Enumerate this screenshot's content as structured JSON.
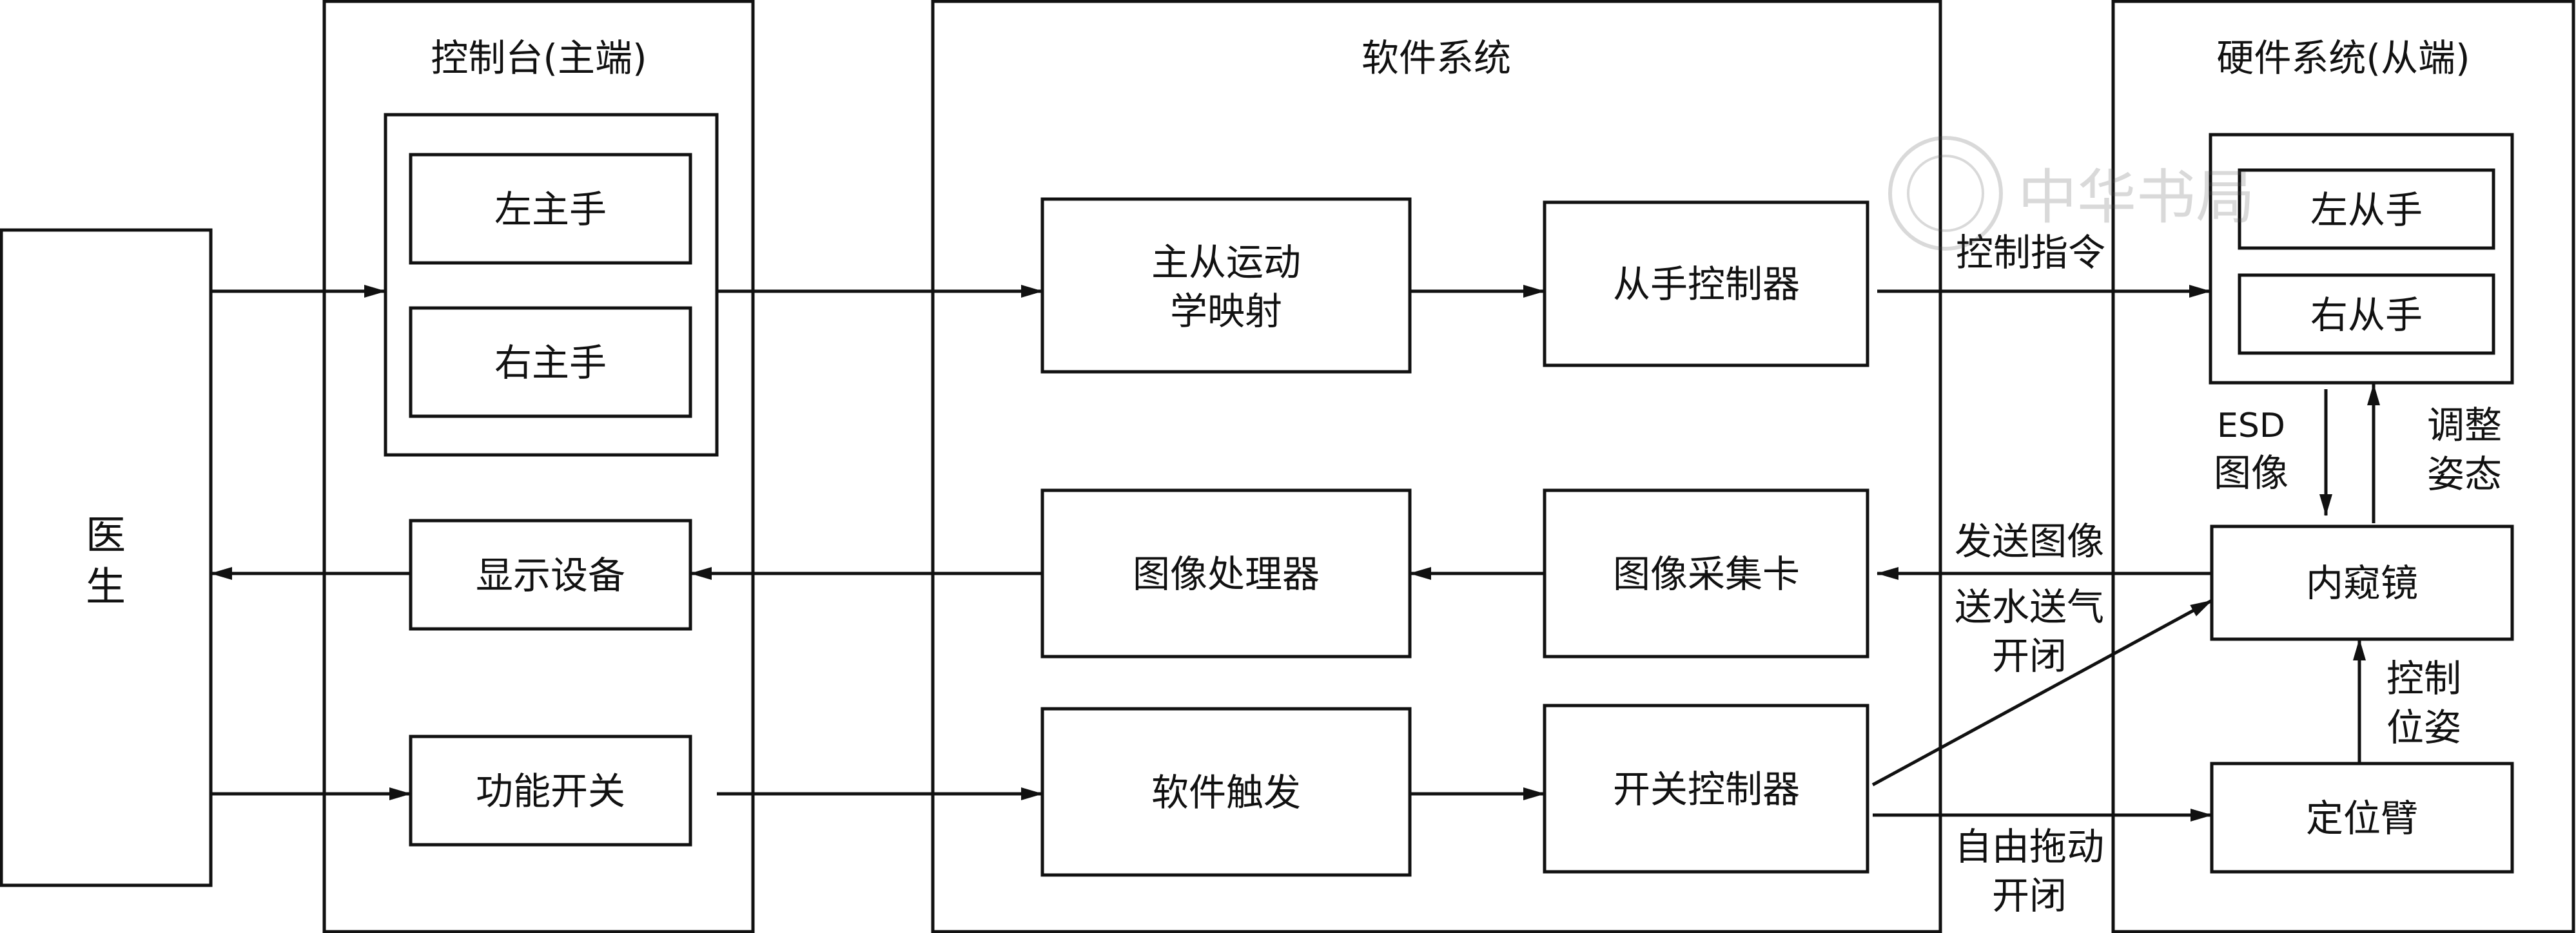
{
  "panels": {
    "console_title": "控制台(主端)",
    "software_title": "软件系统",
    "hardware_title": "硬件系统(从端)"
  },
  "boxes": {
    "doctor": [
      "医",
      "生"
    ],
    "left_master": "左主手",
    "right_master": "右主手",
    "display": "显示设备",
    "function_switch": "功能开关",
    "kinematics": [
      "主从运动",
      "学映射"
    ],
    "slave_controller": "从手控制器",
    "image_processor": "图像处理器",
    "capture_card": "图像采集卡",
    "software_trigger": "软件触发",
    "switch_controller": "开关控制器",
    "left_slave": "左从手",
    "right_slave": "右从手",
    "endoscope": "内窥镜",
    "arm": "定位臂"
  },
  "labels": {
    "control_command": "控制指令",
    "esd_image": [
      "ESD",
      "图像"
    ],
    "adjust_pose": [
      "调整",
      "姿态"
    ],
    "send_image": "发送图像",
    "water_air": [
      "送水送气",
      "开闭"
    ],
    "control_pose": [
      "控制",
      "位姿"
    ],
    "free_drag": [
      "自由拖动",
      "开闭"
    ]
  },
  "watermark": "中华书局"
}
